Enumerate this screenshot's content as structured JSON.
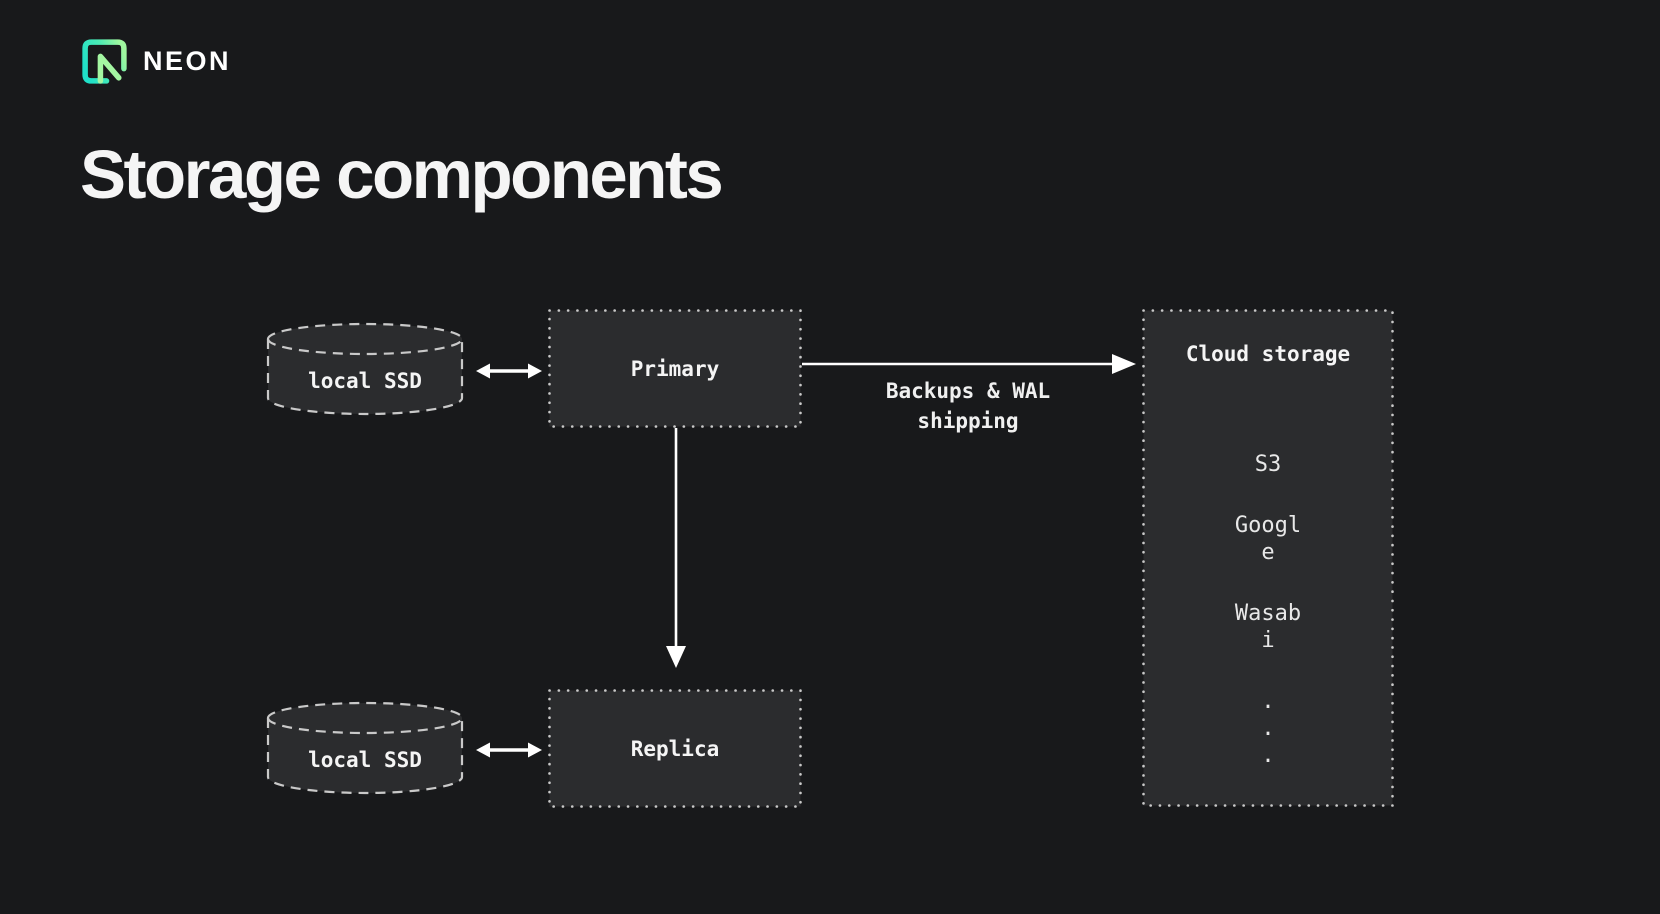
{
  "brand": {
    "name": "NEON"
  },
  "title": "Storage components",
  "diagram": {
    "nodes": {
      "local_ssd_top": {
        "label": "local SSD"
      },
      "local_ssd_bottom": {
        "label": "local SSD"
      },
      "primary": {
        "label": "Primary"
      },
      "replica": {
        "label": "Replica"
      },
      "cloud_storage": {
        "title": "Cloud storage",
        "providers": [
          [
            "S3"
          ],
          [
            "Googl",
            "e"
          ],
          [
            "Wasab",
            "i"
          ],
          [
            ".",
            ".",
            "."
          ]
        ]
      }
    },
    "edges": {
      "backup_label_lines": [
        "Backups & WAL",
        "shipping"
      ]
    }
  },
  "colors": {
    "background": "#18191b",
    "node_fill": "#2b2c2e",
    "node_border": "#c9c9c9",
    "text": "#f5f5f5",
    "brand_gradient_start": "#1fe0c8",
    "brand_gradient_end": "#9ff79f"
  }
}
